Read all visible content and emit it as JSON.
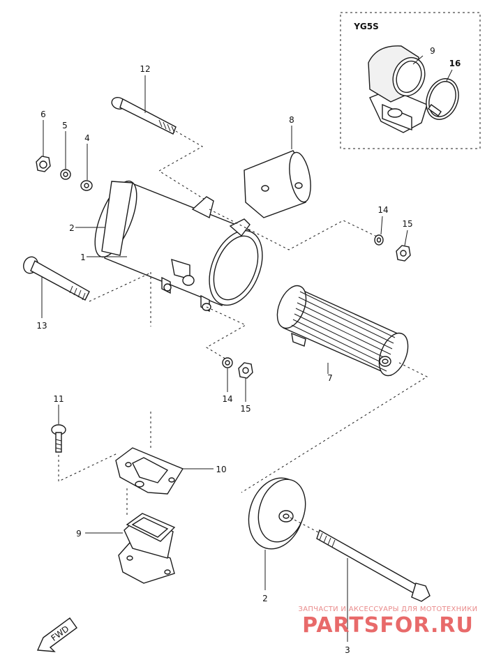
{
  "inset": {
    "title": "YG5S",
    "labels": {
      "p9": "9",
      "p16": "16"
    }
  },
  "labels": {
    "p12": "12",
    "p6": "6",
    "p5": "5",
    "p4": "4",
    "p8": "8",
    "p2a": "2",
    "p1": "1",
    "p14a": "14",
    "p15a": "15",
    "p13": "13",
    "p14b": "14",
    "p15b": "15",
    "p7": "7",
    "p11": "11",
    "p10": "10",
    "p9": "9",
    "p2b": "2",
    "p3": "3"
  },
  "fwd_label": "FWD",
  "watermark": {
    "line1": "ЗАПЧАСТИ И АКСЕССУАРЫ ДЛЯ МОТОТЕХНИКИ",
    "line2": "PARTSFOR.RU"
  }
}
